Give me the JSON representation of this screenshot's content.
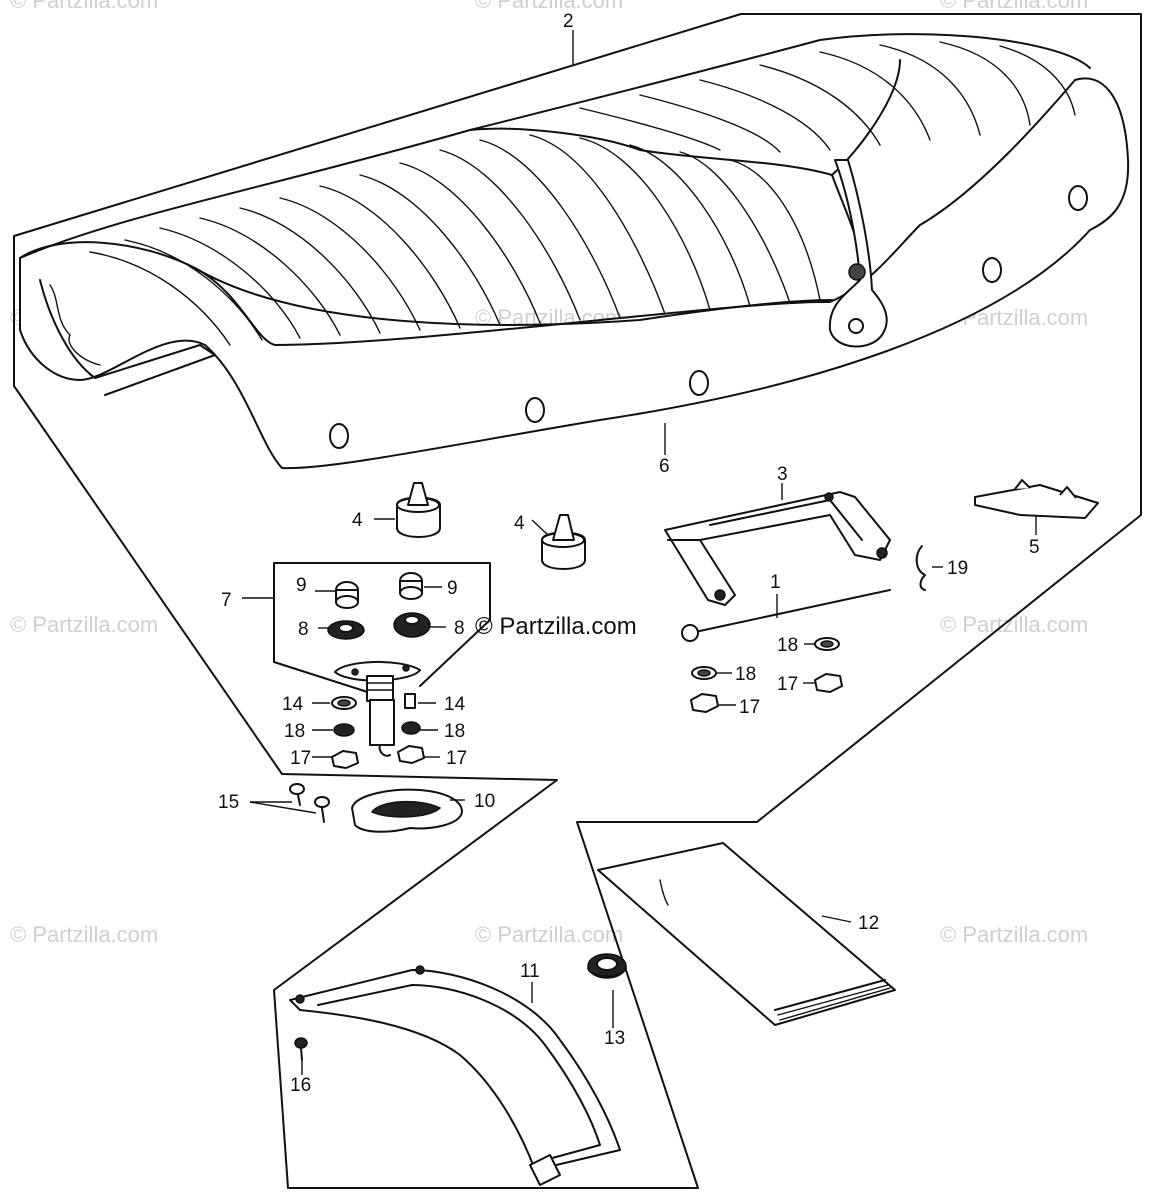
{
  "watermark_text": "© Partzilla.com",
  "brand_label": "© Partzilla.com",
  "callouts": {
    "c1": "1",
    "c2": "2",
    "c3": "3",
    "c4a": "4",
    "c4b": "4",
    "c5": "5",
    "c6": "6",
    "c7": "7",
    "c8a": "8",
    "c8b": "8",
    "c9a": "9",
    "c9b": "9",
    "c10": "10",
    "c11": "11",
    "c12": "12",
    "c13": "13",
    "c14a": "14",
    "c14b": "14",
    "c15": "15",
    "c16": "16",
    "c17a": "17",
    "c17b": "17",
    "c17c": "17",
    "c17d": "17",
    "c18a": "18",
    "c18b": "18",
    "c18c": "18",
    "c18d": "18",
    "c19": "19"
  }
}
